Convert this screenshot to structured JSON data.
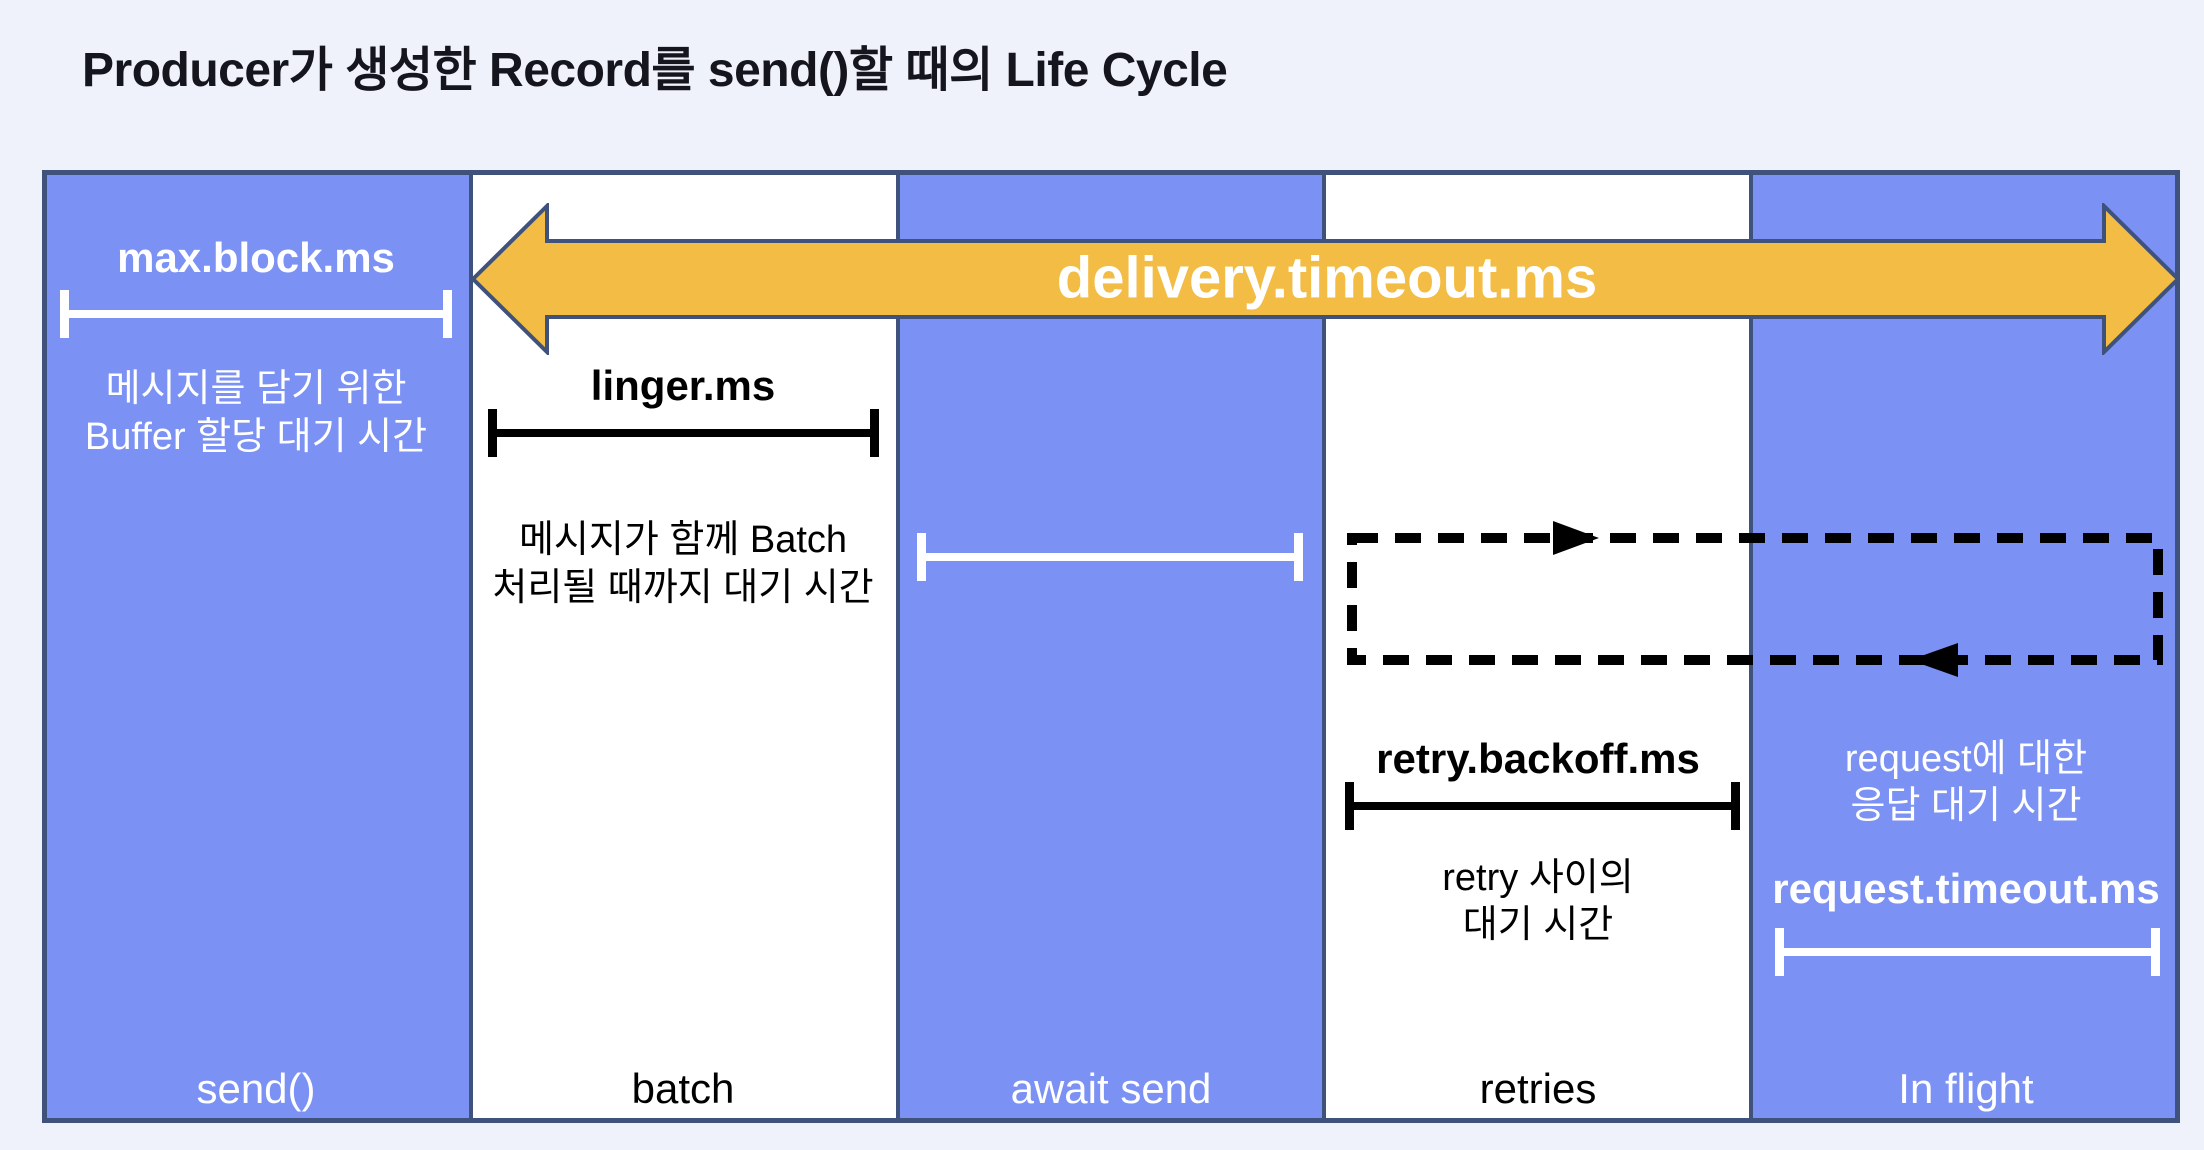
{
  "title": "Producer가 생성한 Record를 send()할 때의 Life Cycle",
  "delivery_arrow": {
    "label": "delivery.timeout.ms"
  },
  "stages": [
    {
      "label": "send()",
      "metric": "max.block.ms",
      "desc_line1": "메시지를 담기 위한",
      "desc_line2": "Buffer 할당 대기 시간"
    },
    {
      "label": "batch",
      "metric": "linger.ms",
      "desc_line1": "메시지가 함께 Batch",
      "desc_line2": "처리될 때까지 대기 시간"
    },
    {
      "label": "await send"
    },
    {
      "label": "retries",
      "metric": "retry.backoff.ms",
      "desc_line1": "retry 사이의",
      "desc_line2": "대기 시간"
    },
    {
      "label": "In flight",
      "metric": "request.timeout.ms",
      "desc_line1": "request에 대한",
      "desc_line2": "응답 대기 시간"
    }
  ],
  "colors": {
    "background": "#EFF1FB",
    "stage_blue": "#7B91F4",
    "stage_white": "#FFFFFF",
    "outline_navy": "#3E527C",
    "arrow_yellow": "#F2BC45",
    "title_text": "#15151D"
  }
}
